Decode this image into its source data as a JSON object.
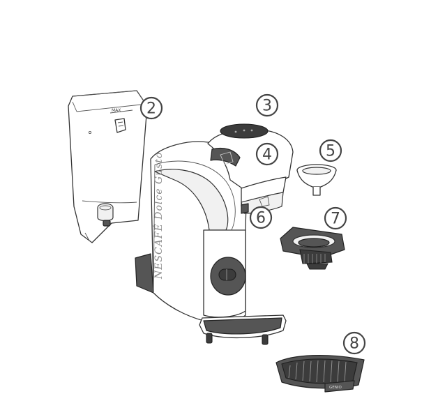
{
  "diagram": {
    "brand_text": "NESCAFÉ Dolce Gusto",
    "water_tank_max_label": "MAX",
    "drip_tray_label": "GENIO",
    "callouts": [
      {
        "id": "callout-2",
        "label": "2"
      },
      {
        "id": "callout-3",
        "label": "3"
      },
      {
        "id": "callout-4",
        "label": "4"
      },
      {
        "id": "callout-5",
        "label": "5"
      },
      {
        "id": "callout-6",
        "label": "6"
      },
      {
        "id": "callout-7",
        "label": "7"
      },
      {
        "id": "callout-8",
        "label": "8"
      }
    ]
  }
}
